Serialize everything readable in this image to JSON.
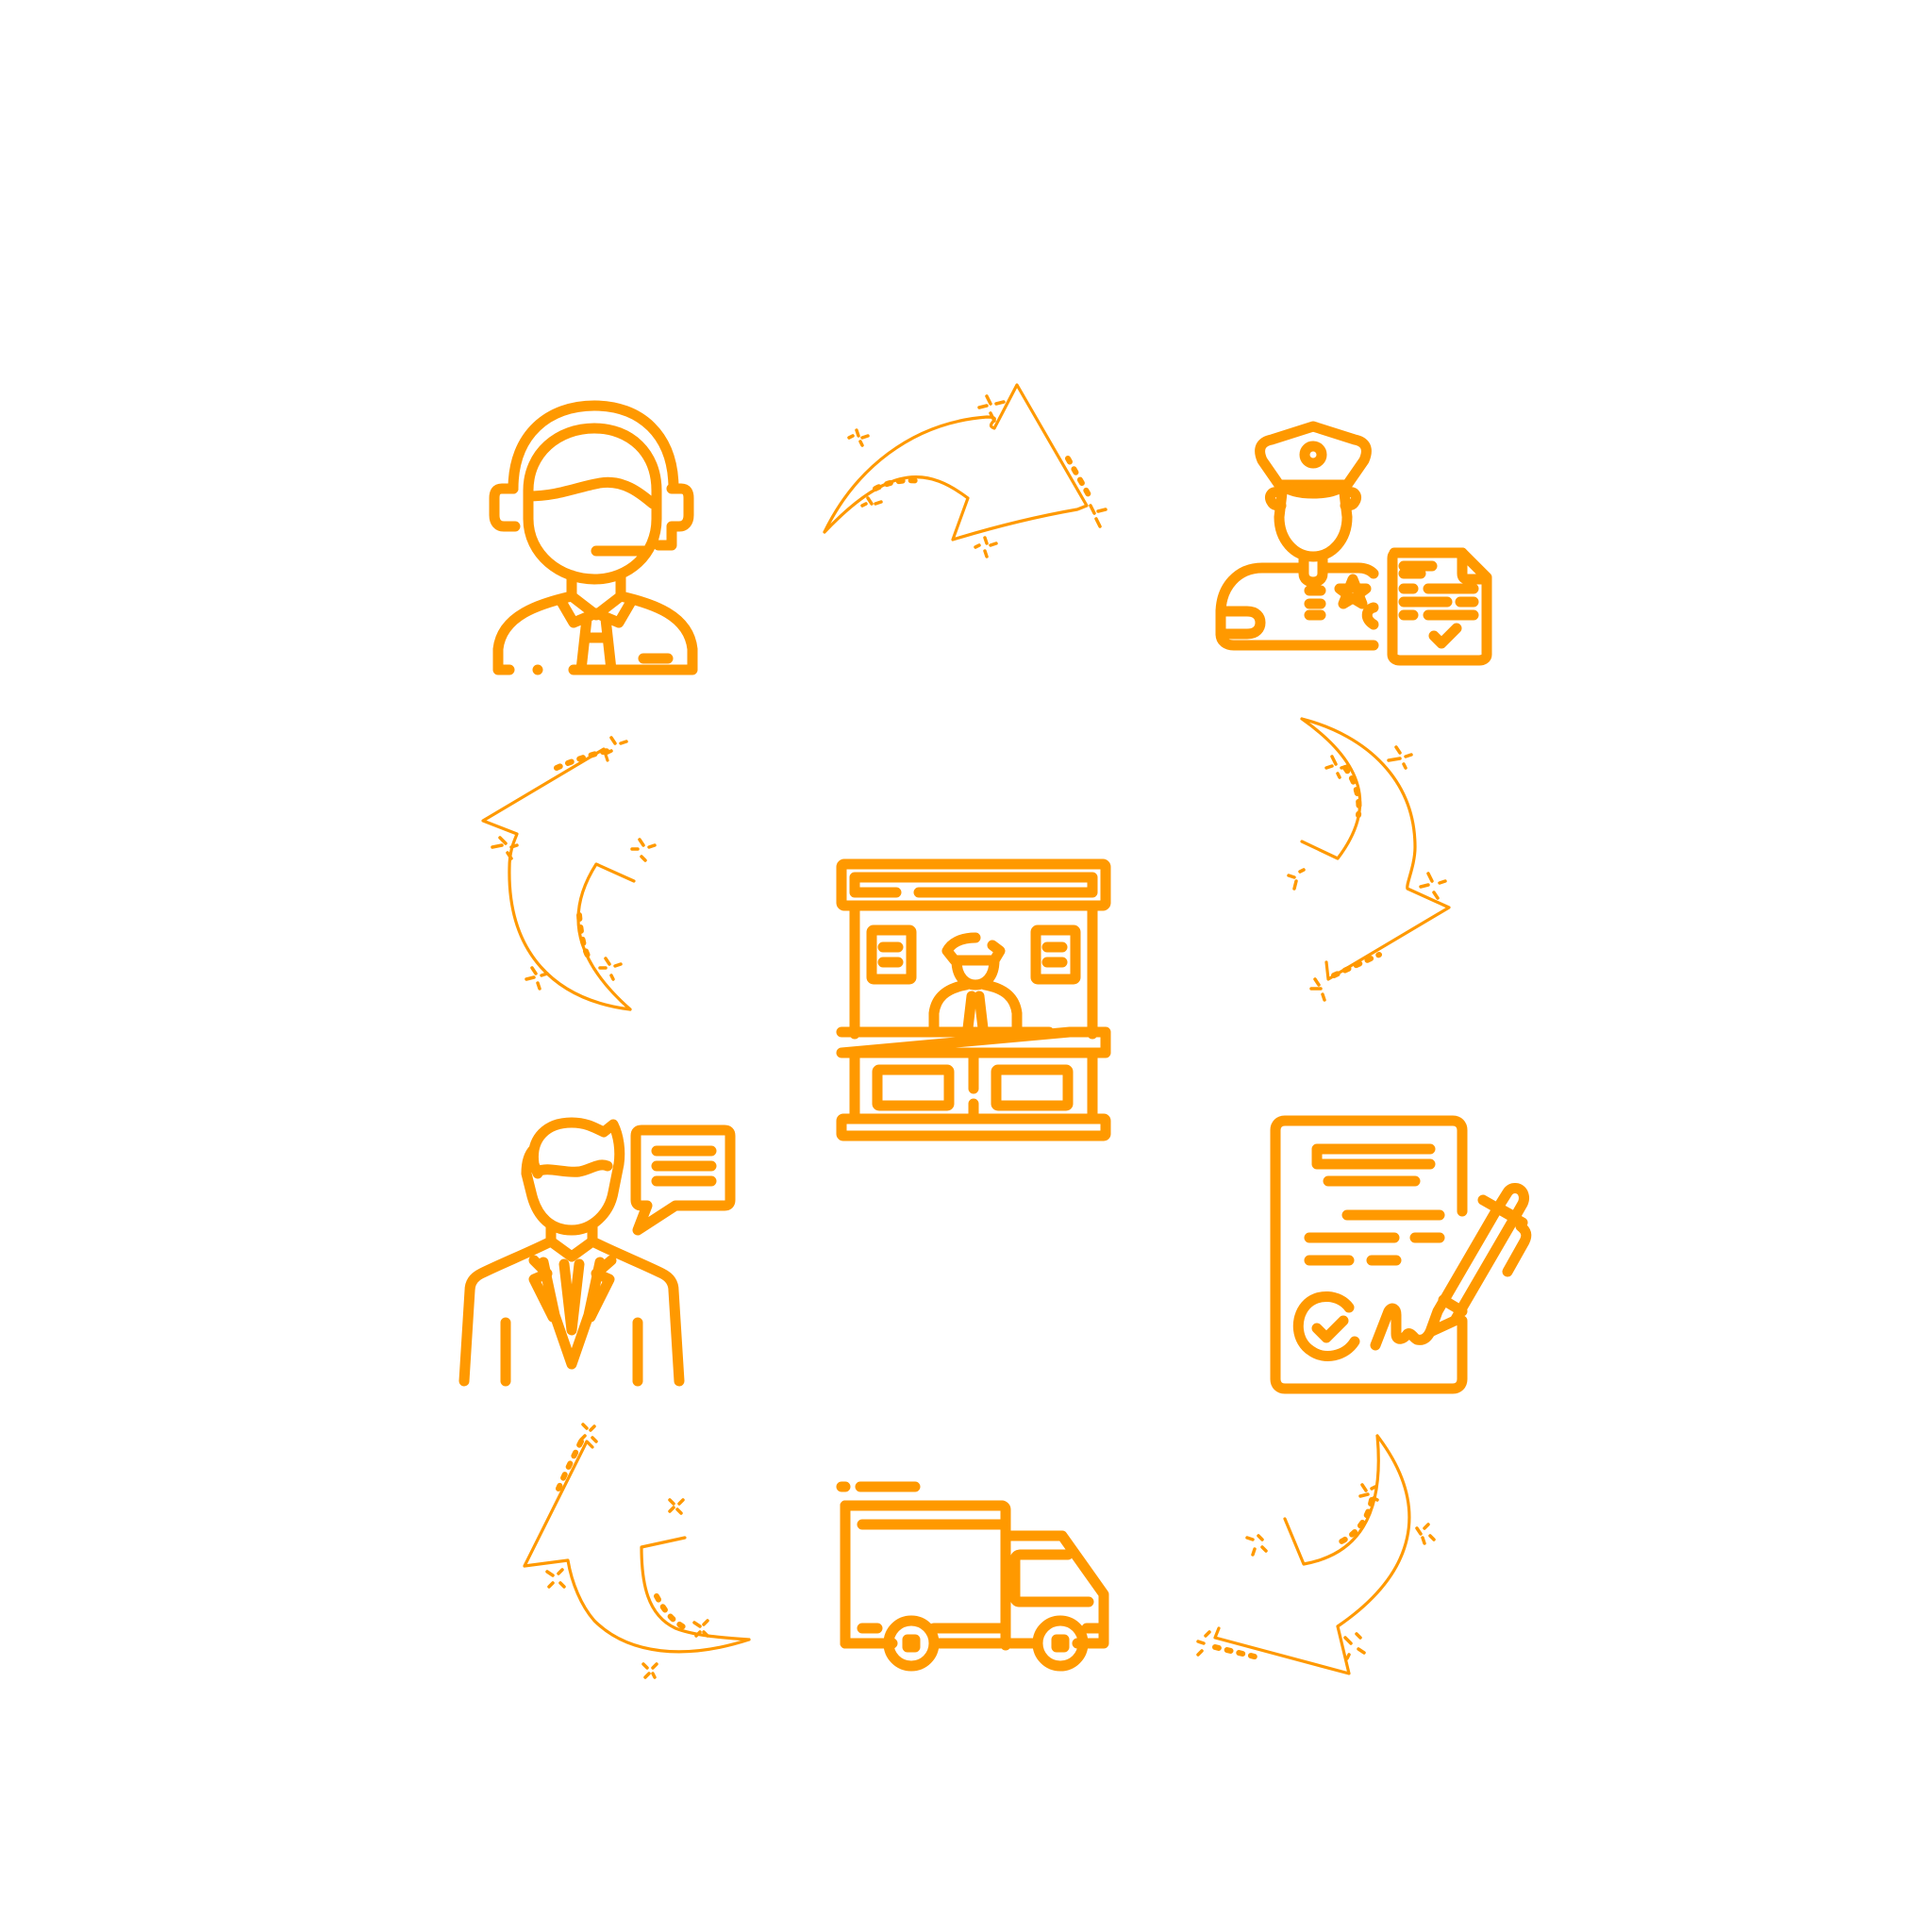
{
  "diagram": {
    "type": "process-cycle",
    "accent_color": "#FF9900",
    "background_color": "#FFFFFF",
    "center": {
      "id": "kiosk",
      "icon": "service-kiosk-icon",
      "label": ""
    },
    "nodes": [
      {
        "id": "support-agent",
        "icon": "headset-agent-icon",
        "label": ""
      },
      {
        "id": "officer-document",
        "icon": "officer-with-document-icon",
        "label": ""
      },
      {
        "id": "signed-contract",
        "icon": "contract-signing-icon",
        "label": ""
      },
      {
        "id": "delivery-truck",
        "icon": "delivery-truck-icon",
        "label": ""
      },
      {
        "id": "businessman-chat",
        "icon": "businessman-speech-icon",
        "label": ""
      }
    ],
    "edges": [
      {
        "from": "support-agent",
        "to": "officer-document",
        "icon": "curved-arrow-icon"
      },
      {
        "from": "officer-document",
        "to": "signed-contract",
        "icon": "curved-arrow-icon"
      },
      {
        "from": "signed-contract",
        "to": "delivery-truck",
        "icon": "curved-arrow-icon"
      },
      {
        "from": "delivery-truck",
        "to": "businessman-chat",
        "icon": "curved-arrow-icon"
      },
      {
        "from": "businessman-chat",
        "to": "support-agent",
        "icon": "curved-arrow-icon"
      }
    ]
  }
}
